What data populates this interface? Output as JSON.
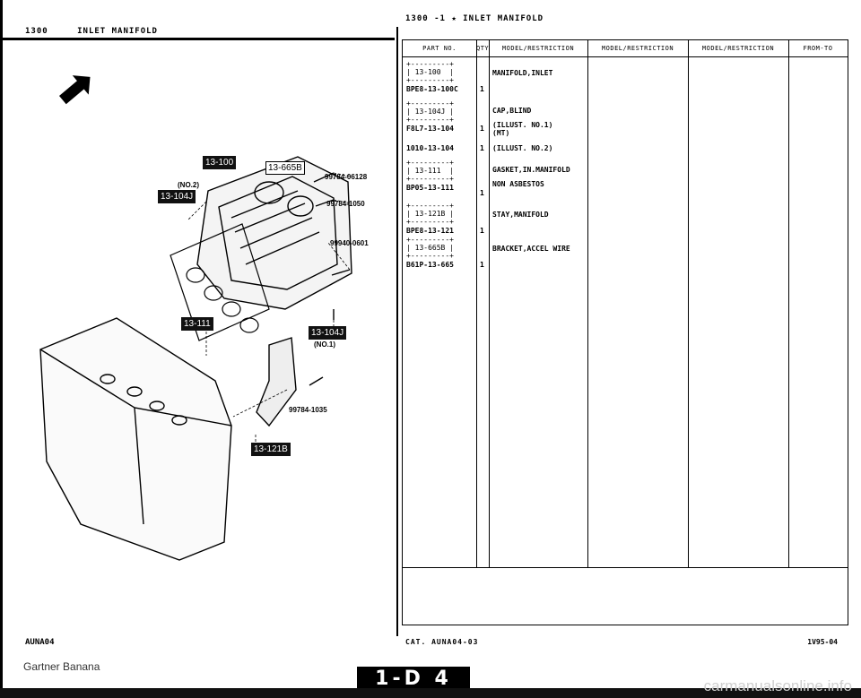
{
  "header": {
    "left_section": "1300",
    "left_title": "INLET MANIFOLD",
    "right_title": "1300 -1 ★ INLET MANIFOLD"
  },
  "table": {
    "headers": [
      "PART NO.",
      "QTY",
      "MODEL/RESTRICTION",
      "MODEL/RESTRICTION",
      "MODEL/RESTRICTION",
      "FROM-TO"
    ],
    "rows": [
      {
        "box": "+---------+\n| 13-100  |\n+---------+",
        "part_no": "BPE8-13-100C",
        "qty": "1",
        "desc": [
          "MANIFOLD,INLET"
        ]
      },
      {
        "box": "+---------+\n| 13-104J |\n+---------+",
        "part_no": "F8L7-13-104",
        "qty": "1",
        "desc": [
          "CAP,BLIND",
          "(ILLUST. NO.1)",
          "(MT)"
        ]
      },
      {
        "box": "",
        "part_no": "1010-13-104",
        "qty": "1",
        "desc": [
          "(ILLUST. NO.2)"
        ]
      },
      {
        "box": "+---------+\n| 13-111  |\n+---------+",
        "part_no": "BP05-13-111",
        "qty": "1",
        "desc": [
          "GASKET,IN.MANIFOLD",
          "NON ASBESTOS"
        ]
      },
      {
        "box": "+---------+\n| 13-121B |\n+---------+",
        "part_no": "BPE8-13-121",
        "qty": "1",
        "desc": [
          "STAY,MANIFOLD"
        ]
      },
      {
        "box": "+---------+\n| 13-665B |\n+---------+",
        "part_no": "B61P-13-665",
        "qty": "1",
        "desc": [
          "BRACKET,ACCEL WIRE"
        ]
      }
    ]
  },
  "diagram": {
    "labels": [
      "13-100",
      "13-665B",
      "13-104J",
      "13-111",
      "13-104J",
      "13-121B"
    ],
    "notes": [
      "(NO.2)",
      "(NO.1)"
    ],
    "callouts": [
      "99784-06128",
      "99784-1050",
      "99940-0601",
      "99784-1035"
    ]
  },
  "footer": {
    "left_code": "AUNA04",
    "cat": "CAT. AUNA04-03",
    "code": "1V95-04",
    "page": "1-D 4",
    "brand": "Gartner Banana",
    "watermark": "carmanualsonline.info"
  },
  "colors": {
    "ink": "#000000",
    "paper": "#ffffff"
  }
}
